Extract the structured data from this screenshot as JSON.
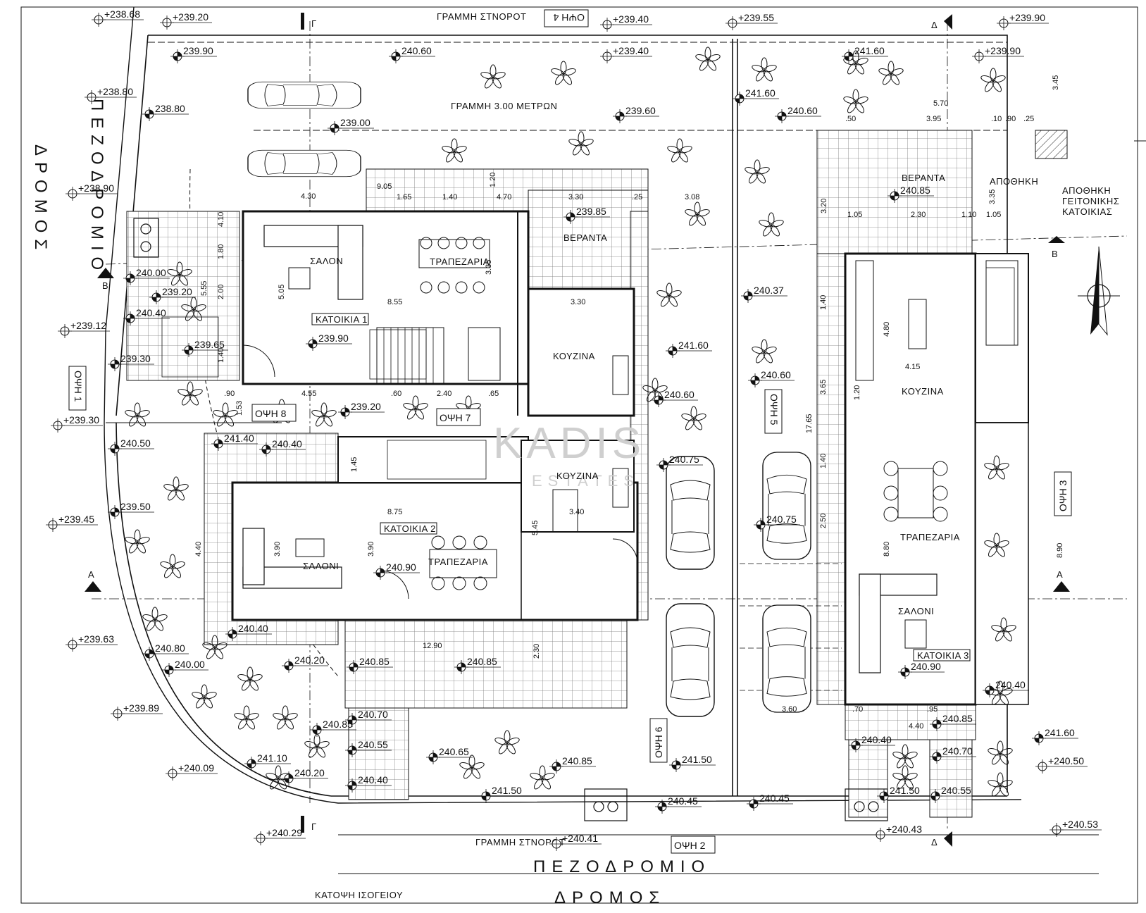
{
  "title": "ΚΑΤΟΨΗ ΙΣΟΓΕΙΟΥ",
  "watermark": {
    "main": "KADIS",
    "sub": "ESTATES"
  },
  "streets": {
    "sidewalk_left": "ΠΕΖΟΔΡΟΜΙΟ",
    "road_left": "ΔΡΟΜΟΣ",
    "sidewalk_bottom": "ΠΕΖΟΔΡΟΜΙΟ",
    "road_bottom": "ΔΡΟΜΟΣ"
  },
  "setback_lines": {
    "street_line_top": "ΓΡΑΜΜΗ ΣΤΝΟΡΟΤ",
    "setback_3m": "ΓΡΑΜΜΗ 3.00 ΜΕΤΡΩΝ",
    "street_line_bottom": "ΓΡΑΜΜΗ ΣΤΝΟΡΟΤ"
  },
  "neighbor_storage": "ΑΠΟΘΗΚΗ ΓΕΙΤΟΝΙΚΗΣ ΚΑΤΟΙΚΙΑΣ",
  "elevations_views": [
    "ΟΨΗ 1",
    "ΟΨΗ 2",
    "ΟΨΗ 3",
    "ΟΨΗ 4",
    "ΟΨΗ 5",
    "ΟΨΗ 6",
    "ΟΨΗ 7",
    "ΟΨΗ 8"
  ],
  "sections": {
    "a": "A",
    "b": "B",
    "g": "Γ",
    "d": "Δ"
  },
  "houses": [
    {
      "name": "ΚΑΤΟΙΚΙΑ 1",
      "rooms": [
        "ΣΑΛΟΝ",
        "ΤΡΑΠΕΖΑΡΙΑ",
        "ΚΟΥΖΙΝΑ",
        "ΒΕΡΑΝΤΑ"
      ],
      "level": "239.90"
    },
    {
      "name": "ΚΑΤΟΙΚΙΑ 2",
      "rooms": [
        "ΣΑΛΟΝΙ",
        "ΤΡΑΠΕΖΑΡΙΑ",
        "ΚΟΥΖΙΝΑ"
      ],
      "level": "240.90"
    },
    {
      "name": "ΚΑΤΟΙΚΙΑ 3",
      "rooms": [
        "ΒΕΡΑΝΤΑ",
        "ΑΠΟΘΗΚΗ",
        "ΚΟΥΖΙΝΑ",
        "ΤΡΑΠΕΖΑΡΙΑ",
        "ΣΑΛΟΝΙ"
      ],
      "level": "240.90"
    }
  ],
  "levels": [
    "+238.68",
    "+239.20",
    "+239.40",
    "+239.55",
    "+239.90",
    "239.90",
    "240.60",
    "+239.40",
    "241.60",
    "+239.90",
    "+238.80",
    "238.80",
    "239.00",
    "239.60",
    "241.60",
    "240.60",
    "+238.90",
    "239.85",
    "240.85",
    "240.00",
    "239.20",
    "240.40",
    "+239.12",
    "239.65",
    "239.90",
    "240.37",
    "239.30",
    "241.60",
    "240.60",
    "240.60",
    "+239.30",
    "239.20",
    "241.40",
    "240.40",
    "240.50",
    "240.75",
    "240.75",
    "+239.45",
    "239.50",
    "240.90",
    "240.40",
    "+239.63",
    "240.80",
    "240.00",
    "240.20",
    "240.85",
    "240.85",
    "240.90",
    "+239.89",
    "240.70",
    "240.85",
    "240.55",
    "241.10",
    "240.20",
    "240.65",
    "240.85",
    "241.50",
    "+240.09",
    "240.40",
    "241.50",
    "240.45",
    "240.45",
    "241.50",
    "240.55",
    "240.40",
    "240.70",
    "241.60",
    "+240.50",
    "+240.29",
    "+240.41",
    "+240.43",
    "+240.53",
    "240.40",
    "240.85"
  ],
  "dimensions": [
    "5.70",
    ".50",
    "3.95",
    ".10",
    ".90",
    ".25",
    "3.45",
    "1.05",
    "2.30",
    "1.10",
    "1.05",
    "3.35",
    "4.30",
    "9.05",
    "1.65",
    "1.40",
    "1.20",
    "4.70",
    "3.30",
    ".25",
    "3.08",
    "8.55",
    "5.05",
    "3.35",
    "3.30",
    "4.80",
    "4.15",
    "8.75",
    "3.40",
    "3.90",
    "3.90",
    "5.45",
    "4.40",
    "12.90",
    "2.30",
    "1.40",
    "2.50",
    "17.65",
    "8.80",
    "3.60",
    "4.40",
    ".70",
    ".95",
    "1.20",
    "8.90",
    "4.55",
    "2.40",
    ".60",
    ".65",
    ".90",
    "1.53",
    "1.40",
    "2.00",
    "1.80",
    "5.55",
    "4.10",
    "3.20",
    "1.45",
    "1.40",
    "3.65"
  ]
}
